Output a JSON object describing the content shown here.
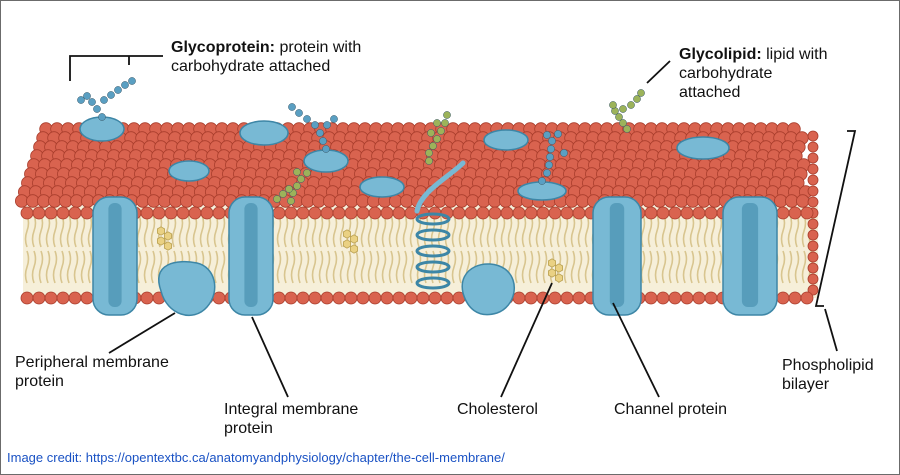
{
  "labels": {
    "glycoprotein_term": "Glycoprotein:",
    "glycoprotein_line1": "protein with",
    "glycoprotein_line2": "carbohydrate attached",
    "glycolipid_term": "Glycolipid:",
    "glycolipid_line1": "lipid with",
    "glycolipid_line2": "carbohydrate",
    "glycolipid_line3": "attached",
    "peripheral_line1": "Peripheral membrane",
    "peripheral_line2": "protein",
    "integral_line1": "Integral membrane",
    "integral_line2": "protein",
    "cholesterol": "Cholesterol",
    "channel": "Channel protein",
    "phospholipid_line1": "Phospholipid",
    "phospholipid_line2": "bilayer"
  },
  "credit": "Image credit: https://opentextbc.ca/anatomyandphysiology/chapter/the-cell-membrane/",
  "colors": {
    "head": "#d9634f",
    "head_dark": "#a83d2c",
    "tail": "#d8c58f",
    "protein": "#78b9d4",
    "protein_dark": "#3d86a6",
    "glyco_protein_bead": "#5a9fc2",
    "glyco_lipid_bead": "#9cb35a",
    "cholesterol": "#ead183",
    "credit": "#1a52c4"
  }
}
